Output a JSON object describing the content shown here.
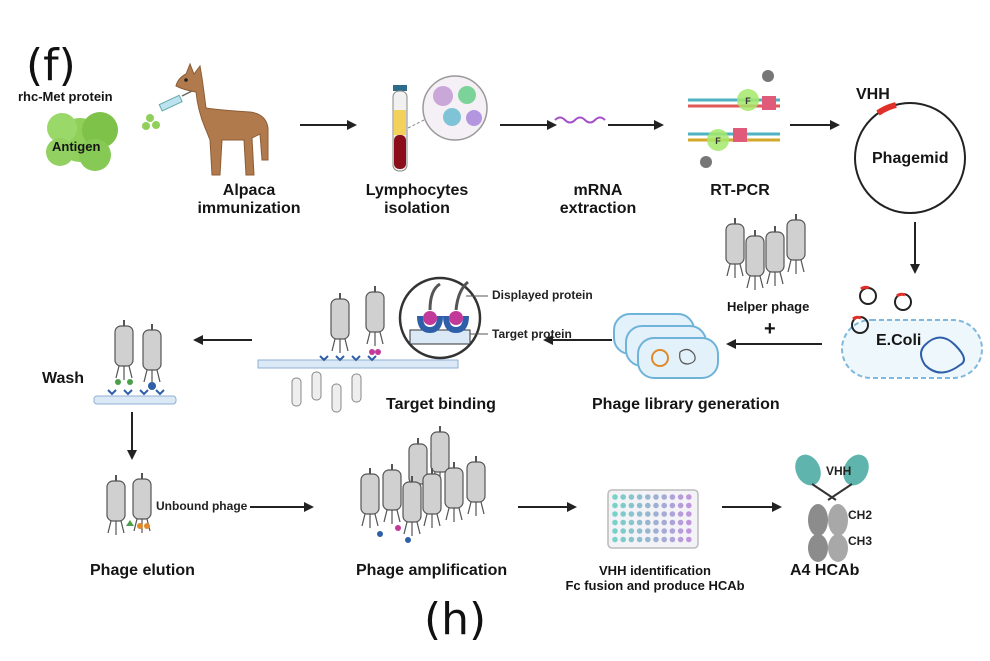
{
  "panel_labels": {
    "top": "(f)",
    "bottom": "(h)"
  },
  "labels": {
    "rhc_met": "rhc-Met protein",
    "antigen": "Antigen",
    "alpaca_1": "Alpaca",
    "alpaca_2": "immunization",
    "lymph_1": "Lymphocytes",
    "lymph_2": "isolation",
    "mrna_1": "mRNA",
    "mrna_2": "extraction",
    "rtpcr": "RT-PCR",
    "vhh_top": "VHH",
    "phagemid": "Phagemid",
    "helper_phage": "Helper phage",
    "plus": "+",
    "ecoli": "E.Coli",
    "phage_library": "Phage library generation",
    "displayed_protein": "Displayed protein",
    "target_protein": "Target protein",
    "target_binding": "Target binding",
    "wash": "Wash",
    "unbound_phage": "Unbound phage",
    "phage_elution": "Phage elution",
    "phage_amplification": "Phage amplification",
    "vhh_id_1": "VHH identification",
    "vhh_id_2": "Fc fusion and produce HCAb",
    "a4_hcab": "A4 HCAb",
    "ab_vhh": "VHH",
    "ab_ch2": "CH2",
    "ab_ch3": "CH3",
    "pcr_f": "F"
  },
  "colors": {
    "antigen": "#8fcf5a",
    "alpaca": "#b07a4c",
    "phage_body": "#c9c9c9",
    "arrow": "#222222",
    "plasmid_red": "#e0302a",
    "ecoli_blue": "#2f5fa8",
    "teal": "#5fb5ad",
    "magenta": "#c2399a"
  }
}
